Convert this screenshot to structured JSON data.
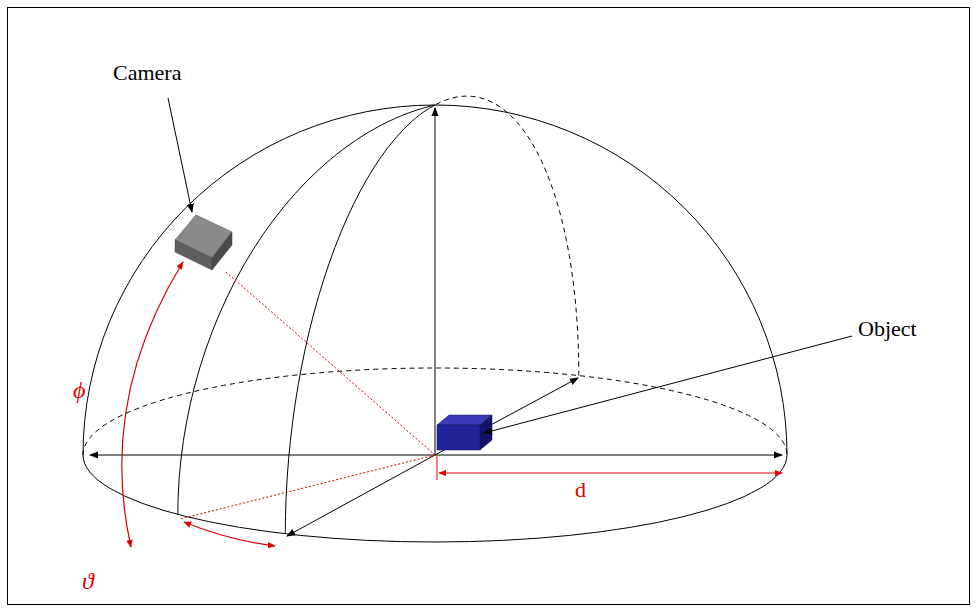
{
  "diagram": {
    "labels": [
      "Camera",
      "Object",
      "ϕ",
      "ϑ",
      "d"
    ]
  }
}
